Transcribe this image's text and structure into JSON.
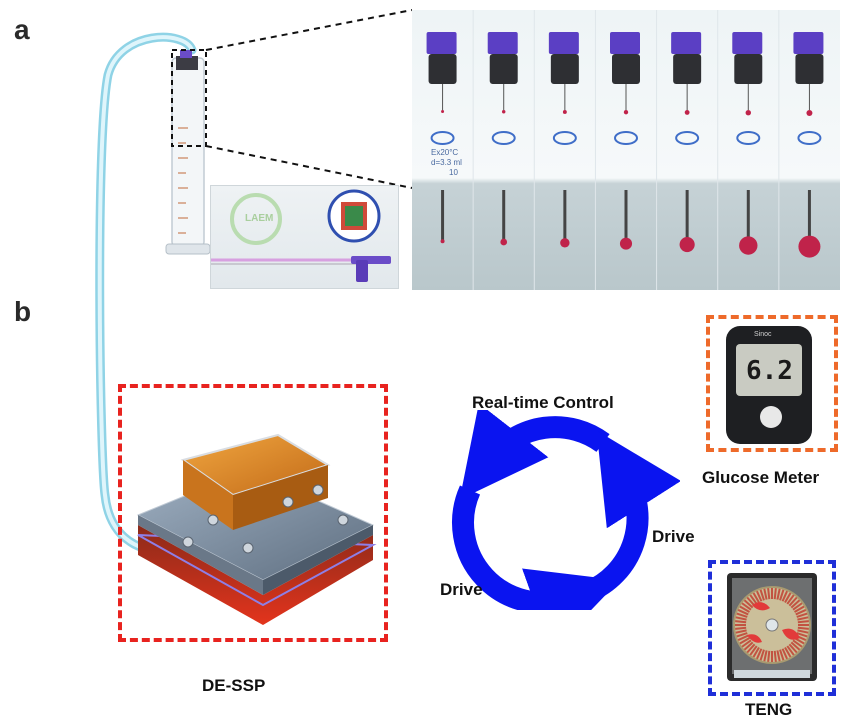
{
  "panels": {
    "a": "a",
    "b": "b"
  },
  "inset_a": {
    "cylinder_scale_text": [
      "Ex20°C",
      "d=3.3 ml",
      "10"
    ],
    "logos": {
      "left": "LAEM",
      "right": ""
    },
    "droplet_frames": [
      {
        "drop_size": 0.0
      },
      {
        "drop_size": 0.15
      },
      {
        "drop_size": 0.3
      },
      {
        "drop_size": 0.45
      },
      {
        "drop_size": 0.62
      },
      {
        "drop_size": 0.8
      },
      {
        "drop_size": 1.0
      }
    ]
  },
  "labels": {
    "real_time_control": "Real-time Control",
    "drive_right": "Drive",
    "drive_left": "Drive",
    "glucose_meter": "Glucose Meter",
    "teng": "TENG",
    "de_ssp": "DE-SSP"
  },
  "glucose_meter": {
    "brand": "Sinoc",
    "reading": "6.2"
  },
  "colors": {
    "cycle_arrows": "#0a14f0",
    "de_ssp_box": "#e8231f",
    "glucose_box": "#ee6a2a",
    "teng_box": "#1f2fd8",
    "tube": "#b8e6f2",
    "drop": "#c0234a"
  }
}
